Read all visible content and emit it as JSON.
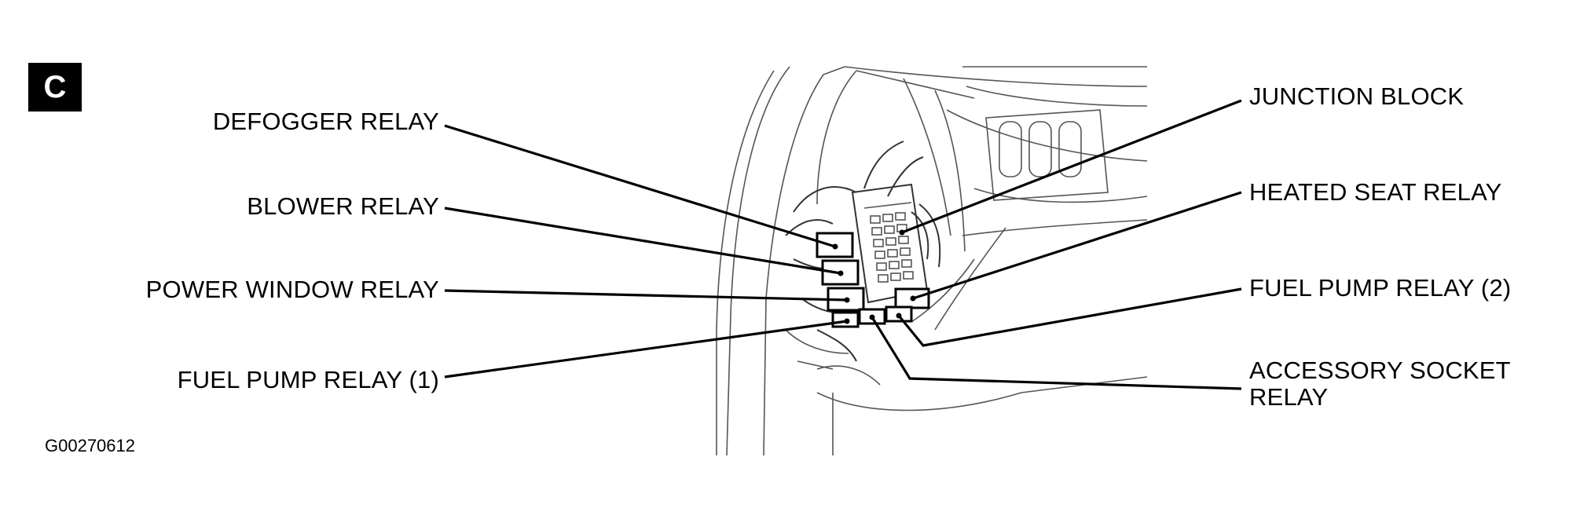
{
  "panel_letter": "C",
  "labels": {
    "defogger_relay": "DEFOGGER RELAY",
    "blower_relay": "BLOWER RELAY",
    "power_window_relay": "POWER WINDOW RELAY",
    "fuel_pump_relay_1": "FUEL PUMP RELAY (1)",
    "junction_block": "JUNCTION BLOCK",
    "heated_seat_relay": "HEATED SEAT RELAY",
    "fuel_pump_relay_2": "FUEL PUMP RELAY (2)",
    "accessory_socket_relay_line1": "ACCESSORY SOCKET",
    "accessory_socket_relay_line2": "RELAY"
  },
  "figure_id": "G00270612"
}
